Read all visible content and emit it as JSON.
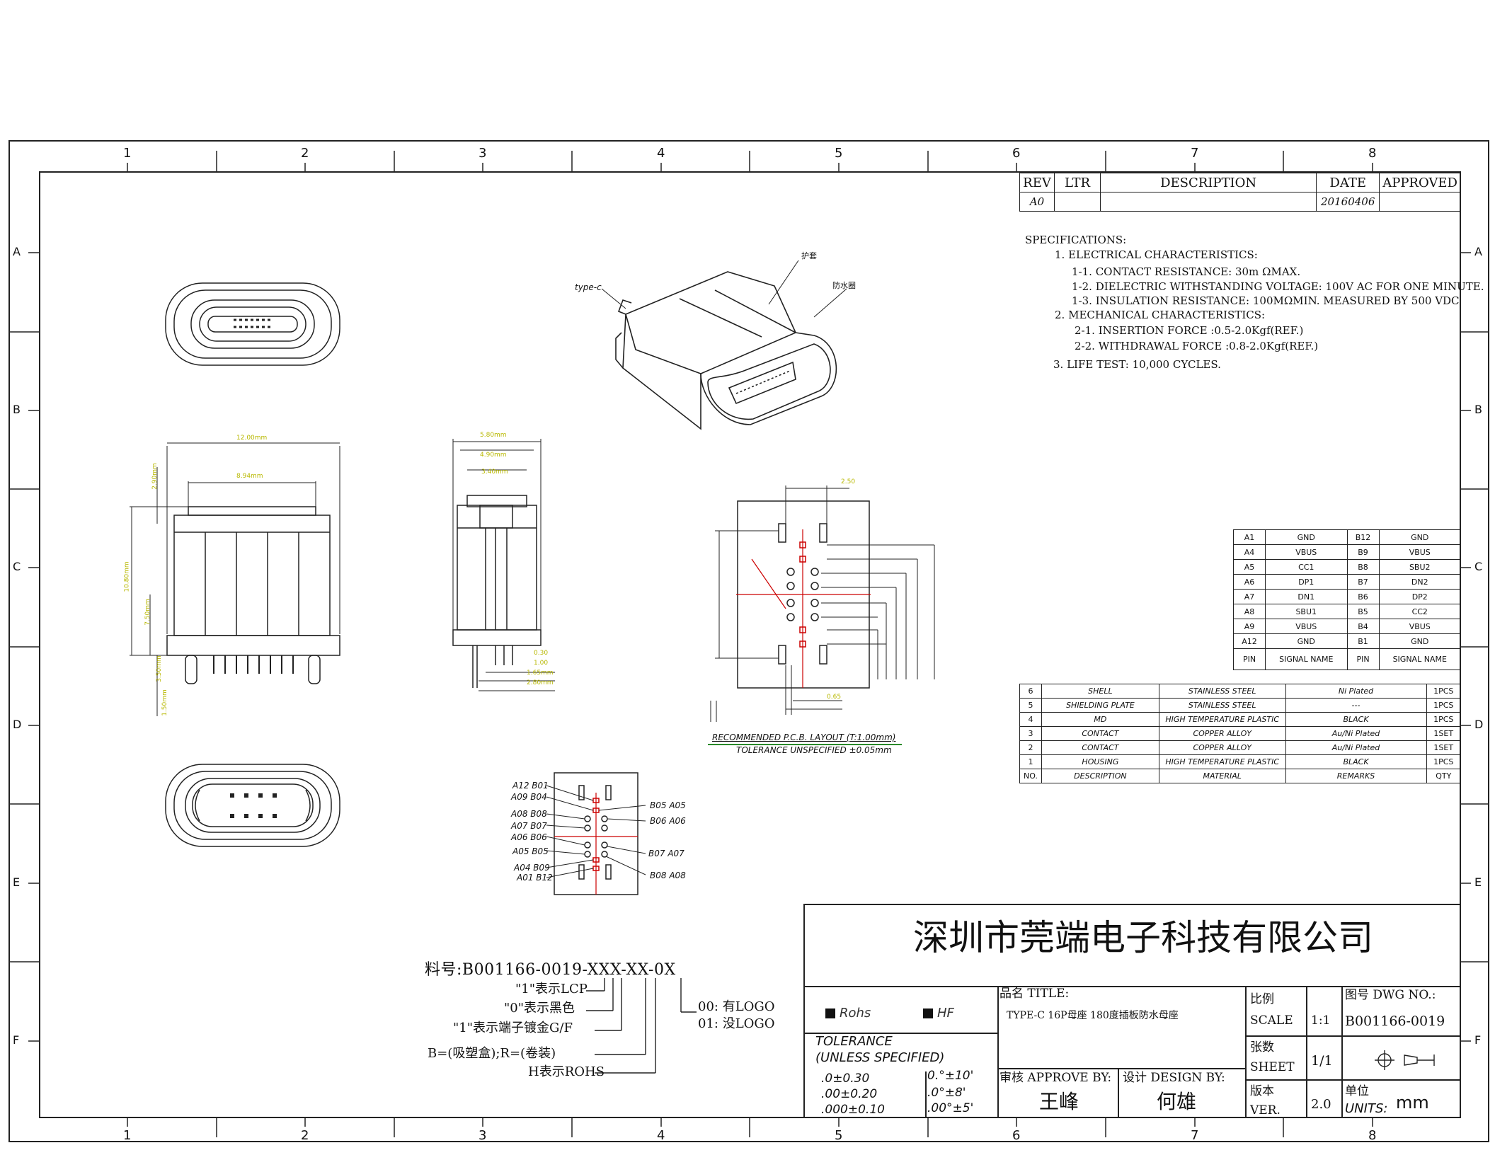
{
  "frame": {
    "cols": [
      "1",
      "2",
      "3",
      "4",
      "5",
      "6",
      "7",
      "8"
    ],
    "rows": [
      "A",
      "B",
      "C",
      "D",
      "E",
      "F"
    ]
  },
  "revision": {
    "headers": [
      "REV",
      "LTR",
      "DESCRIPTION",
      "DATE",
      "APPROVED"
    ],
    "row": [
      "A0",
      "",
      "",
      "20160406",
      ""
    ]
  },
  "specs": [
    "SPECIFICATIONS:",
    "1. ELECTRICAL CHARACTERISTICS:",
    "1-1. CONTACT RESISTANCE: 30m ΩMAX.",
    "1-2. DIELECTRIC WITHSTANDING VOLTAGE: 100V AC FOR ONE MINUTE.",
    "1-3. INSULATION RESISTANCE: 100MΩMIN. MEASURED BY 500 VDC",
    "2. MECHANICAL CHARACTERISTICS:",
    "2-1. INSERTION FORCE :0.5-2.0Kgf(REF.)",
    "2-2. WITHDRAWAL FORCE :0.8-2.0Kgf(REF.)",
    "3. LIFE TEST: 10,000 CYCLES."
  ],
  "iso_labels": {
    "type_c": "type-c",
    "sleeve": "护套",
    "waterproof": "防水圈"
  },
  "pin_table": [
    [
      "A1",
      "GND",
      "B12",
      "GND"
    ],
    [
      "A4",
      "VBUS",
      "B9",
      "VBUS"
    ],
    [
      "A5",
      "CC1",
      "B8",
      "SBU2"
    ],
    [
      "A6",
      "DP1",
      "B7",
      "DN2"
    ],
    [
      "A7",
      "DN1",
      "B6",
      "DP2"
    ],
    [
      "A8",
      "SBU1",
      "B5",
      "CC2"
    ],
    [
      "A9",
      "VBUS",
      "B4",
      "VBUS"
    ],
    [
      "A12",
      "GND",
      "B1",
      "GND"
    ],
    [
      "PIN",
      "SIGNAL NAME",
      "PIN",
      "SIGNAL NAME"
    ]
  ],
  "bom": [
    [
      "6",
      "SHELL",
      "STAINLESS STEEL",
      "Ni Plated",
      "1PCS"
    ],
    [
      "5",
      "SHIELDING PLATE",
      "STAINLESS STEEL",
      "---",
      "1PCS"
    ],
    [
      "4",
      "MD",
      "HIGH TEMPERATURE PLASTIC",
      "BLACK",
      "1PCS"
    ],
    [
      "3",
      "CONTACT",
      "COPPER ALLOY",
      "Au/Ni Plated",
      "1SET"
    ],
    [
      "2",
      "CONTACT",
      "COPPER ALLOY",
      "Au/Ni Plated",
      "1SET"
    ],
    [
      "1",
      "HOUSING",
      "HIGH TEMPERATURE PLASTIC",
      "BLACK",
      "1PCS"
    ],
    [
      "NO.",
      "DESCRIPTION",
      "MATERIAL",
      "REMARKS",
      "QTY"
    ]
  ],
  "dims": {
    "w12": "12.00mm",
    "w894": "8.94mm",
    "h290": "2.90mm",
    "h1080": "10.80mm",
    "h750": "7.50mm",
    "h350": "3.50mm",
    "h150": "1.50mm",
    "s580": "5.80mm",
    "s490": "4.90mm",
    "s340": "3.40mm",
    "s030": "0.30",
    "s100": "1.00",
    "s165": "1.65mm",
    "s280": "2.80mm",
    "p250": "2.50",
    "p065": "0.65"
  },
  "pcb": {
    "line1": "RECOMMENDED  P.C.B. LAYOUT (T:1.00mm)",
    "line2": "TOLERANCE UNSPECIFIED ±0.05mm"
  },
  "pinout": {
    "left": [
      "A12  B01",
      "A09  B04",
      "A08  B08",
      "A07  B07",
      "A06  B06",
      "A05  B05",
      "A04  B09",
      "A01  B12"
    ],
    "right": [
      "B05  A05",
      "B06  A06",
      "B07  A07",
      "B08  A08"
    ]
  },
  "partno": {
    "main": "料号:B001166-0019-XXX-XX-0X",
    "l1": "\"1\"表示LCP",
    "l2": "\"0\"表示黑色",
    "l3": "\"1\"表示端子镀金G/F",
    "l4": "B=(吸塑盒);R=(卷装)",
    "l5": "H表示ROHS",
    "r1": "00: 有LOGO",
    "r2": "01: 没LOGO"
  },
  "title_block": {
    "company": "深圳市莞端电子科技有限公司",
    "rohs": "Rohs",
    "hf": "HF",
    "tol_title1": "TOLERANCE",
    "tol_title2": "(UNLESS SPECIFIED)",
    "tol1": ".0±0.30",
    "tol2": ".00±0.20",
    "tol3": ".000±0.10",
    "ang1": "0.°±10'",
    "ang2": ".0°±8'",
    "ang3": ".00°±5'",
    "title_label": "品名 TITLE:",
    "title_value": "TYPE-C 16P母座 180度插板防水母座",
    "approve_label": "审核 APPROVE BY:",
    "approve_value": "王峰",
    "design_label": "设计 DESIGN BY:",
    "design_value": "何雄",
    "scale_label1": "比例",
    "scale_label2": "SCALE",
    "scale_value": "1:1",
    "sheet_label1": "张数",
    "sheet_label2": "SHEET",
    "sheet_value": "1/1",
    "ver_label1": "版本",
    "ver_label2": "VER.",
    "ver_value": "2.0",
    "dwg_label": "图号 DWG NO.:",
    "dwg_value": "B001166-0019",
    "units_label1": "单位",
    "units_label2": "UNITS:",
    "units_value": "mm"
  }
}
